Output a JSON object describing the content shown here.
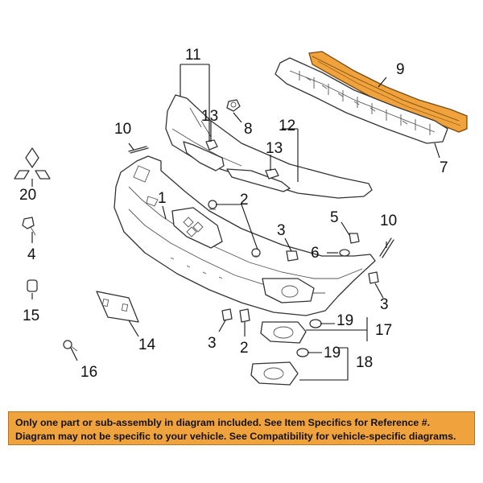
{
  "callouts": {
    "c1": "1",
    "c2a": "2",
    "c2b": "2",
    "c3a": "3",
    "c3b": "3",
    "c3c": "3",
    "c4": "4",
    "c5": "5",
    "c6": "6",
    "c7": "7",
    "c8": "8",
    "c9": "9",
    "c10a": "10",
    "c10b": "10",
    "c11": "11",
    "c13a": "13",
    "c13b": "13",
    "c14": "14",
    "c15": "15",
    "c16": "16",
    "c17": "17",
    "c18": "18",
    "c19a": "19",
    "c19b": "19",
    "c12": "12",
    "c20": "20"
  },
  "notice": {
    "line1": "Only one part or sub-assembly in diagram included. See Item Specifics for Reference #.",
    "line2": "Diagram may not be specific to your vehicle. See Compatibility for vehicle-specific diagrams."
  },
  "colors": {
    "highlight": "#f0a23c",
    "banner": "#f0a23c",
    "line": "#333333"
  }
}
